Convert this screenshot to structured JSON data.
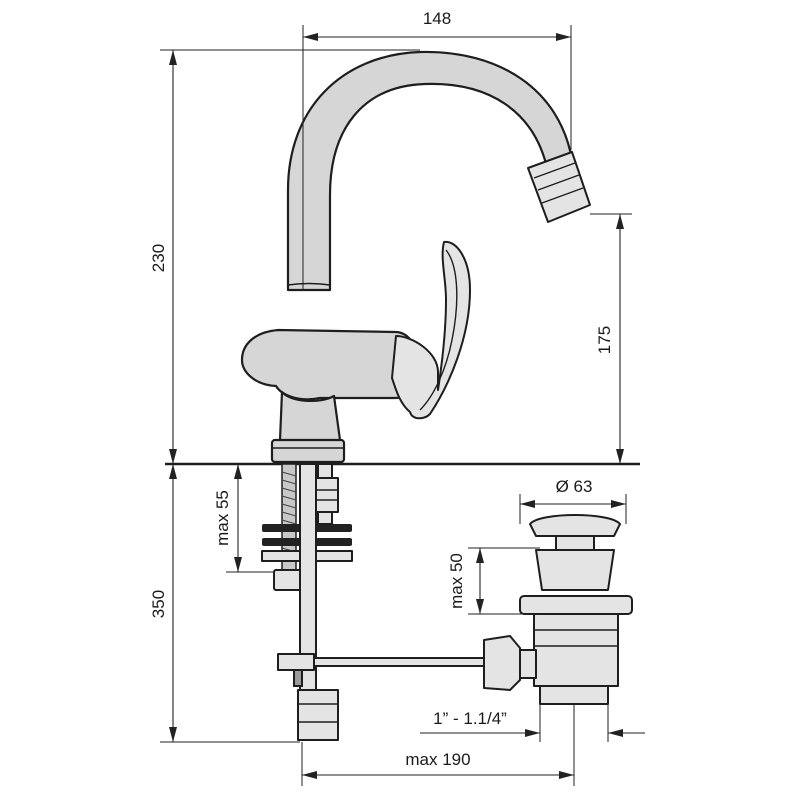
{
  "dimensions": {
    "spout_reach": "148",
    "total_height": "230",
    "spout_height": "175",
    "below_counter": "350",
    "max_thickness": "max 55",
    "waste_diameter": "Ø 63",
    "max_pop_up": "max 50",
    "thread_size": "1” - 1.1/4”",
    "max_rod_reach": "max 190"
  }
}
